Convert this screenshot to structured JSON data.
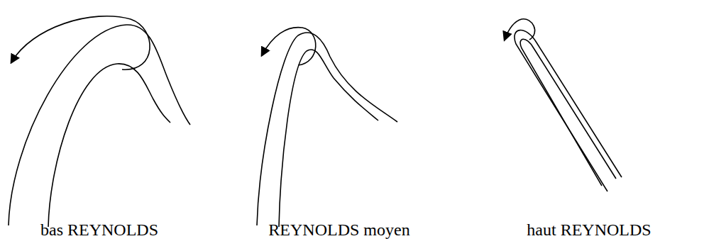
{
  "diagram": {
    "labels": [
      "bas REYNOLDS",
      "REYNOLDS moyen",
      "haut REYNOLDS"
    ]
  }
}
